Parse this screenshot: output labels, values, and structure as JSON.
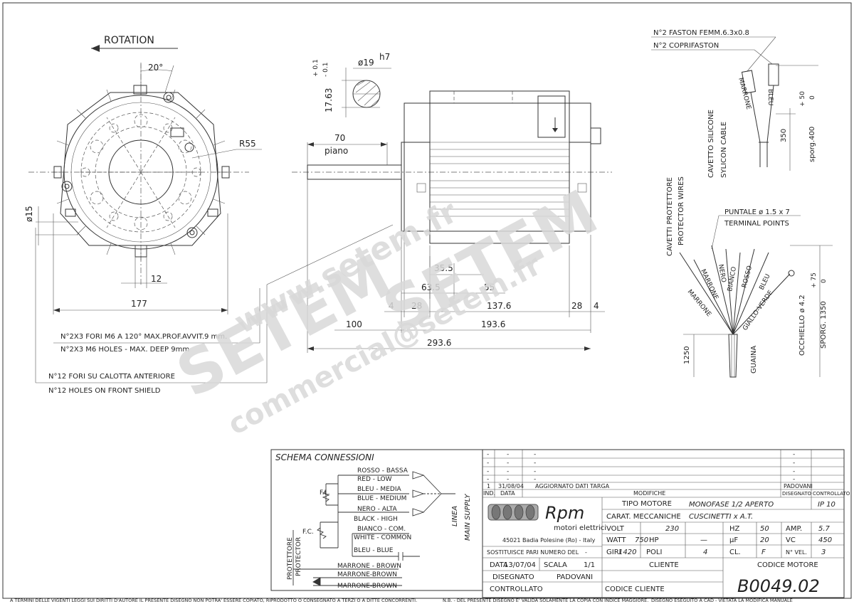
{
  "left_view": {
    "rotation": "ROTATION",
    "angle": "20°",
    "radius": "R55",
    "d15": "ø15",
    "d12": "12",
    "d177": "177",
    "holes_it": "N°2X3 FORI M6 A 120°  MAX.PROF.AVVIT.9 mm.",
    "holes_en": "N°2X3 M6 HOLES - MAX. DEEP 9mm",
    "front_it": "N°12 FORI SU CALOTTA ANTERIORE",
    "front_en": "N°12 HOLES ON FRONT SHIELD"
  },
  "shaft": {
    "dia": "ø19",
    "tol": "h7",
    "flat": "17.63",
    "flat_tol_top": "+ 0.1",
    "flat_tol_bot": "- 0.1",
    "len": "70",
    "piano": "piano"
  },
  "side_view": {
    "d35_5": "35.5",
    "d63_5": "63.5",
    "d55": "55",
    "d4a": "4",
    "d28a": "28",
    "d137_6": "137.6",
    "d28b": "28",
    "d4b": "4",
    "d100": "100",
    "d193_6": "193.6",
    "d293_6": "293.6"
  },
  "right_view": {
    "faston": "N°2 FASTON FEMM.6.3x0.8",
    "coprifaston": "N°2 COPRIFASTON",
    "marrone": "MARRONE",
    "bleu": "BLEU",
    "cavetto": "CAVETTO SILICONE",
    "sylicon": "SYLICON CABLE",
    "d350": "350",
    "sporg400": "sporg.400",
    "tol50": "+ 50",
    "tol0": "0",
    "cavetti": "CAVETTI PROTETTORE",
    "protector": "PROTECTOR WIRES",
    "puntale": "PUNTALE ø 1.5 x 7",
    "terminal": "TERMINAL POINTS",
    "w1": "MARRONE",
    "w2": "MARRONE",
    "w3": "NERO",
    "w4": "BIANCO",
    "w5": "ROSSO",
    "w6": "BLEU",
    "w7": "GIALLO-VERDE",
    "occhiello": "OCCHIELLO ø 4.2",
    "guaina": "GUAINA",
    "d1250": "1250",
    "sporg1350": "SPORG. 1350",
    "tol75": "+ 75",
    "tol0b": "0"
  },
  "schema": {
    "title": "SCHEMA CONNESSIONI",
    "fl": "F.L.",
    "fc": "F.C.",
    "rosso": "ROSSO - BASSA",
    "red": "RED - LOW",
    "bleu_m": "BLEU - MEDIA",
    "blue_m": "BLUE - MEDIUM",
    "nero": "NERO - ALTA",
    "black": "BLACK - HIGH",
    "bianco": "BIANCO - COM.",
    "white": "WHITE - COMMON",
    "bleu_b": "BLEU - BLUE",
    "marrone": "MARRONE - BROWN",
    "marrone2": "MARRONE-BROWN",
    "marrone3": "MARRONE-BROWN",
    "protettore": "PROTETTORE",
    "protector": "PROTECTOR",
    "linea": "LINEA",
    "supply": "MAIN SUPPLY"
  },
  "title_block": {
    "rev_rows": [
      {
        "ind": "-",
        "data": "-",
        "desc": "-",
        "dis": "-"
      },
      {
        "ind": "-",
        "data": "-",
        "desc": "-",
        "dis": "-"
      },
      {
        "ind": "-",
        "data": "-",
        "desc": "-",
        "dis": "-"
      },
      {
        "ind": "-",
        "data": "-",
        "desc": "-",
        "dis": "-"
      },
      {
        "ind": "1",
        "data": "31/08/04",
        "desc": "AGGIORNATO DATI TARGA",
        "dis": "PADOVANI"
      }
    ],
    "h_ind": "IND.",
    "h_data": "DATA",
    "h_modifiche": "MODIFICHE",
    "h_disegnato": "DISEGNATO",
    "h_controllato": "CONTROLLATO",
    "logo_brand": "Rpm",
    "logo_sub": "motori elettrici",
    "address": "45021 Badia Polesine (Ro) - Italy",
    "tipo_label": "TIPO MOTORE",
    "tipo_value": "MONOFASE 1/2 APERTO",
    "ip": "IP 10",
    "carat_label": "CARAT. MECCANICHE",
    "carat_value": "CUSCINETTI x A.T.",
    "volt_l": "VOLT",
    "volt_v": "230",
    "hz_l": "HZ",
    "hz_v": "50",
    "amp_l": "AMP.",
    "amp_v": "5.7",
    "watt_l": "WATT",
    "watt_v": "750",
    "hp_l": "HP",
    "hp_v": "—",
    "uf_l": "µF",
    "uf_v": "20",
    "vc_l": "VC",
    "vc_v": "450",
    "giri_l": "GIRI",
    "giri_v": "1420",
    "poli_l": "POLI",
    "poli_v": "4",
    "cl_l": "CL.",
    "cl_v": "F",
    "nvel_l": "N° VEL.",
    "nvel_v": "3",
    "sost": "SOSTITUISCE PARI NUMERO DEL",
    "sost_v": "-",
    "data_l": "DATA",
    "data_v": "13/07/04",
    "scala_l": "SCALA",
    "scala_v": "1/1",
    "disegnato_l": "DISEGNATO",
    "disegnato_v": "PADOVANI",
    "controllato_l": "CONTROLLATO",
    "cliente_l": "CLIENTE",
    "codcliente_l": "CODICE CLIENTE",
    "codmotore_l": "CODICE MOTORE",
    "codmotore_v": "B0049.02"
  },
  "footer": {
    "left": "A TERMINI DELLE VIGENTI LEGGI SUI DIRITTI D'AUTORE IL PRESENTE DISEGNO NON POTRA' ESSERE COPIATO, RIPRODOTTO O CONSEGNATO A TERZI O A DITTE CONCORRENTI.",
    "mid": "N.B. - DEL PRESENTE DISEGNO E' VALIDA SOLAMENTE LA COPIA CON INDICE MAGGIORE.",
    "right": "DISEGNO ESEGUITO A CAD - VIETATA LA MODIFICA MANUALE"
  },
  "watermark": {
    "url": "www.setem.fr",
    "brand": "SETEM",
    "email": "commercial@setem.fr"
  }
}
